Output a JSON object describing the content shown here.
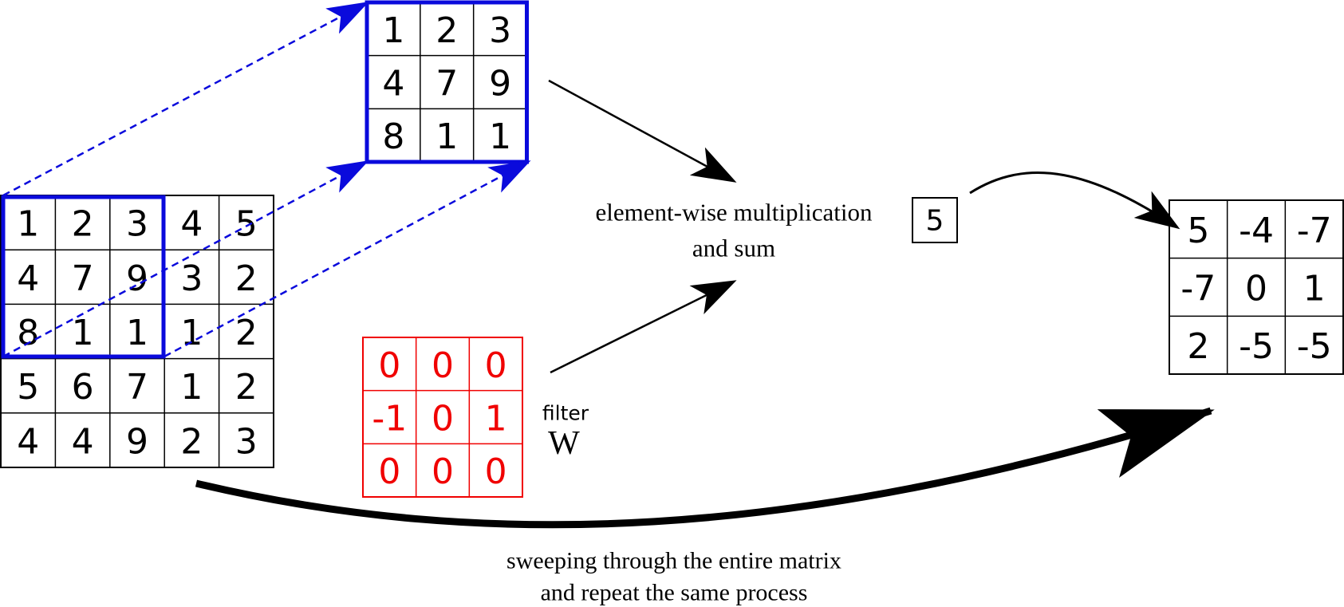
{
  "colors": {
    "black": "#000000",
    "blue": "#0a0adc",
    "red": "#f00000"
  },
  "input_matrix": [
    [
      "1",
      "2",
      "3",
      "4",
      "5"
    ],
    [
      "4",
      "7",
      "9",
      "3",
      "2"
    ],
    [
      "8",
      "1",
      "1",
      "1",
      "2"
    ],
    [
      "5",
      "6",
      "7",
      "1",
      "2"
    ],
    [
      "4",
      "4",
      "9",
      "2",
      "3"
    ]
  ],
  "patch_matrix": [
    [
      "1",
      "2",
      "3"
    ],
    [
      "4",
      "7",
      "9"
    ],
    [
      "8",
      "1",
      "1"
    ]
  ],
  "filter_matrix": [
    [
      "0",
      "0",
      "0"
    ],
    [
      "-1",
      "0",
      "1"
    ],
    [
      "0",
      "0",
      "0"
    ]
  ],
  "output_matrix": [
    [
      "5",
      "-4",
      "-7"
    ],
    [
      "-7",
      "0",
      "1"
    ],
    [
      "2",
      "-5",
      "-5"
    ]
  ],
  "result_value": "5",
  "operation_label": {
    "line1": "element-wise multiplication",
    "line2": "and sum"
  },
  "filter_label": {
    "word": "filter",
    "symbol": "W"
  },
  "sweep_label": {
    "line1": "sweeping through the entire matrix",
    "line2": "and repeat the same process"
  }
}
